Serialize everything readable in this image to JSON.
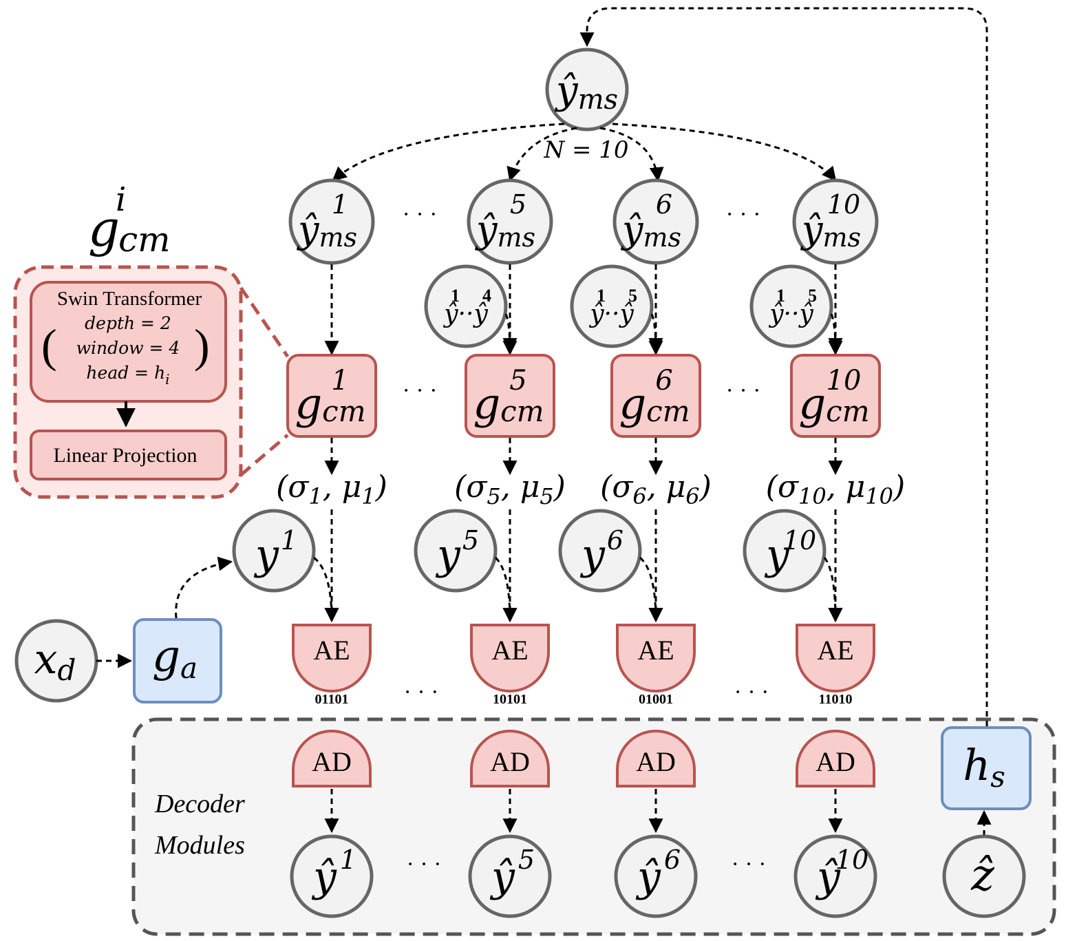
{
  "top": {
    "base": "ŷ",
    "sub": "ms"
  },
  "n_label": "N = 10",
  "branches": [
    {
      "idx": "1",
      "sigma": "(σ",
      "sigma_sub": "1",
      "mu_sub": "1",
      "bits": "01101",
      "prior": null
    },
    {
      "idx": "5",
      "sigma": "(σ",
      "sigma_sub": "5",
      "mu_sub": "5",
      "bits": "10101",
      "prior": {
        "a": "1",
        "b": "4"
      }
    },
    {
      "idx": "6",
      "sigma": "(σ",
      "sigma_sub": "6",
      "mu_sub": "6",
      "bits": "01001",
      "prior": {
        "a": "1",
        "b": "5"
      }
    },
    {
      "idx": "10",
      "sigma": "(σ",
      "sigma_sub": "10",
      "mu_sub": "10",
      "bits": "11010",
      "prior": {
        "a": "1",
        "b": "5"
      }
    }
  ],
  "dots": "· · ·",
  "gcm_node": {
    "base": "g",
    "sub": "cm",
    "sup_generic": "i"
  },
  "module": {
    "title": "Swin Transformer",
    "params": [
      "depth = 2",
      "window = 4",
      "head = h"
    ],
    "head_sub": "i",
    "projection": "Linear Projection"
  },
  "encoder_label": "AE",
  "decoder_label": "AD",
  "input": {
    "base": "x",
    "sub": "d"
  },
  "analysis": {
    "base": "g",
    "sub": "a"
  },
  "hyper": {
    "base": "h",
    "sub": "s"
  },
  "z_hat": "ẑ",
  "y_base": "y",
  "decoder_region": "Decoder Modules",
  "decoder_lines": [
    "Decoder",
    "Modules"
  ],
  "colors": {
    "node_fill": "#f2f2f2",
    "node_stroke": "#666666",
    "red_fill": "#f8cecc",
    "red_stroke": "#b85450",
    "blue_fill": "#dae8fc",
    "blue_stroke": "#6c8ebf",
    "region_fill": "#f5f5f5"
  }
}
